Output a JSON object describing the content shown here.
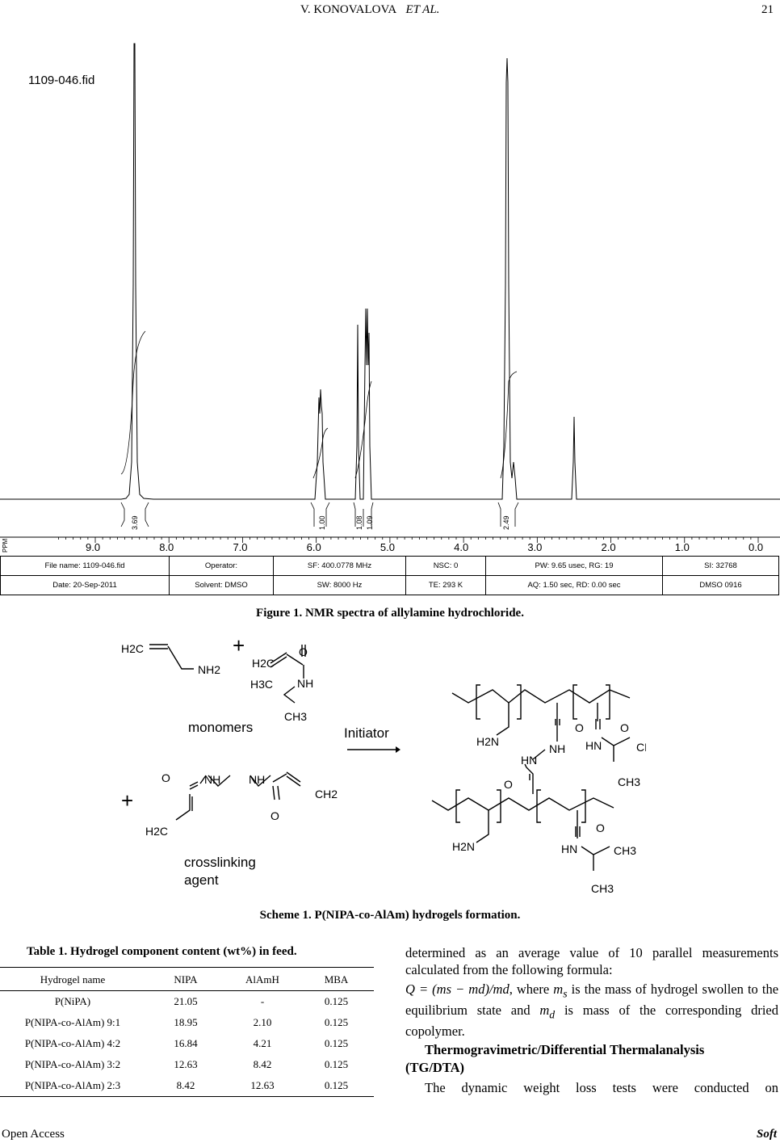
{
  "header": {
    "author": "V. KONOVALOVA",
    "et_al": "ET AL.",
    "page_number": "21"
  },
  "nmr": {
    "file_label": "1109-046.fid",
    "ppm_label": "PPM",
    "ticks": [
      "9.0",
      "8.0",
      "7.0",
      "6.0",
      "5.0",
      "4.0",
      "3.0",
      "2.0",
      "1.0",
      "0.0"
    ],
    "integrals": [
      "3.69",
      "1.00",
      "1.08",
      "1.09",
      "2.49"
    ],
    "info_row1": [
      "File name: 1109-046.fid",
      "Operator:",
      "SF: 400.0778 MHz",
      "NSC: 0",
      "PW: 9.65 usec, RG: 19",
      "SI: 32768"
    ],
    "info_row2": [
      "Date: 20-Sep-2011",
      "Solvent: DMSO",
      "SW: 8000 Hz",
      "TE: 293 K",
      "AQ: 1.50 sec, RD: 0.00 sec",
      "DMSO 0916"
    ]
  },
  "figure1_caption": "Figure 1. NMR spectra of allylamine hydrochloride.",
  "scheme": {
    "monomers_label": "monomers",
    "crosslinking_label_1": "crosslinking",
    "crosslinking_label_2": "agent",
    "initiator_label": "Initiator",
    "plus": "+",
    "atoms": {
      "H2C": "H2C",
      "NH2": "NH2",
      "O": "O",
      "NH": "NH",
      "H3C": "H3C",
      "CH3": "CH3",
      "CH2": "CH2",
      "H2N": "H2N",
      "HN": "HN"
    }
  },
  "scheme1_caption": "Scheme 1. P(NIPA-co-AlAm) hydrogels formation.",
  "table1": {
    "title": "Table 1. Hydrogel component content (wt%) in feed.",
    "columns": [
      "Hydrogel name",
      "NIPA",
      "AlAmH",
      "MBA"
    ],
    "rows": [
      [
        "P(NiPA)",
        "21.05",
        "-",
        "0.125"
      ],
      [
        "P(NIPA-co-AlAm) 9:1",
        "18.95",
        "2.10",
        "0.125"
      ],
      [
        "P(NIPA-co-AlAm) 4:2",
        "16.84",
        "4.21",
        "0.125"
      ],
      [
        "P(NIPA-co-AlAm) 3:2",
        "12.63",
        "8.42",
        "0.125"
      ],
      [
        "P(NIPA-co-AlAm) 2:3",
        "8.42",
        "12.63",
        "0.125"
      ]
    ]
  },
  "body": {
    "para1": "determined as an average value of 10 parallel measure­ments calculated from the following formula:",
    "formula": "Q = (ms − md)/md",
    "para2_a": ", where",
    "para2_b": "is the mass of hydrogel swollen to the equilibrium state and",
    "para2_c": "is mass of the corresponding dried copolymer.",
    "heading_1": "Thermogravimetric/Differential Thermalanalysis",
    "heading_2": "(TG/DTA)",
    "para3": "The dynamic weight loss tests were conducted on"
  },
  "footer": {
    "left": "Open Access",
    "right": "Soft"
  }
}
